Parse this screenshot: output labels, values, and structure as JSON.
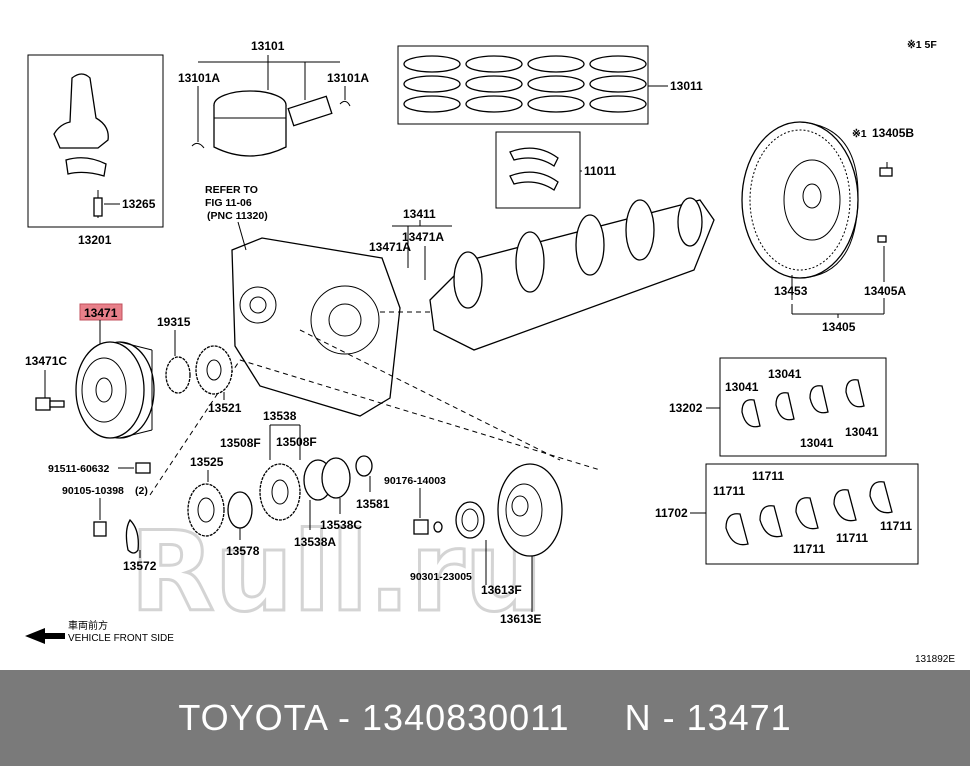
{
  "labels": {
    "l13101": "13101",
    "l13101A_left": "13101A",
    "l13101A_right": "13101A",
    "l13011": "13011",
    "l11011": "11011",
    "l13265": "13265",
    "l13201": "13201",
    "refer_line1": "REFER TO",
    "refer_line2": "FIG 11-06",
    "refer_line3": "(PNC 11320)",
    "l13411": "13411",
    "l13471A_a": "13471A",
    "l13471A_b": "13471A",
    "l13405B": "13405B",
    "l13405B_mark": "※1",
    "l13453": "13453",
    "l13405A": "13405A",
    "l13405": "13405",
    "l13471": "13471",
    "l13471C": "13471C",
    "l19315": "19315",
    "l13521": "13521",
    "l13538": "13538",
    "l13508F_a": "13508F",
    "l13508F_b": "13508F",
    "l13525": "13525",
    "l91511": "91511-60632",
    "l90105": "90105-10398",
    "l90105_qty": "(2)",
    "l13578": "13578",
    "l13572": "13572",
    "l13538A": "13538A",
    "l13538C": "13538C",
    "l13581": "13581",
    "l90176": "90176-14003",
    "l90301": "90301-23005",
    "l13613F": "13613F",
    "l13613E": "13613E",
    "l13202": "13202",
    "l13041_a": "13041",
    "l13041_b": "13041",
    "l13041_c": "13041",
    "l13041_d": "13041",
    "l11702": "11702",
    "l11711_a": "11711",
    "l11711_b": "11711",
    "l11711_c": "11711",
    "l11711_d": "11711",
    "l11711_e": "11711"
  },
  "corner_note": "※1 5F",
  "legend": {
    "japanese": "車両前方",
    "english": "VEHICLE FRONT SIDE"
  },
  "figure_code": "131892E",
  "watermark": "Rull.ru",
  "footer": "TOYOTA - 1340830011     N - 13471",
  "highlight_color": "#e8808a"
}
